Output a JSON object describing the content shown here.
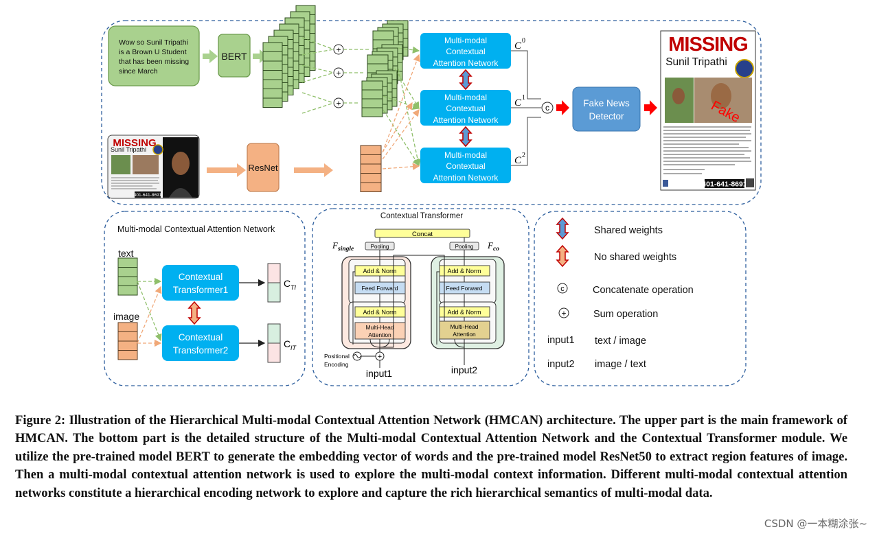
{
  "top": {
    "tweet_text_lines": [
      "Wow so Sunil Tripathi",
      "is a Brown U Student",
      "that has been missing",
      "since March"
    ],
    "bert_label": "BERT",
    "resnet_label": "ResNet",
    "mcan_label_lines": [
      "Multi-modal",
      "Contextual",
      "Attention Network"
    ],
    "c_labels": [
      "C",
      "C",
      "C"
    ],
    "c_superscripts": [
      "0",
      "1",
      "2"
    ],
    "concat_symbol": "c",
    "sum_symbol": "+",
    "detector_lines": [
      "Fake News",
      "Detector"
    ],
    "poster": {
      "missing": "MISSING",
      "name": "Sunil Tripathi",
      "fake_stamp": "Fake",
      "phone": "401-641-8691"
    },
    "thumb": {
      "missing": "MISSING",
      "name": "Sunil Tripathi",
      "phone": "401-641-8691"
    }
  },
  "mcan_panel": {
    "title": "Multi-modal Contextual Attention Network",
    "text_label": "text",
    "image_label": "image",
    "ct1_lines": [
      "Contextual",
      "Transformer1"
    ],
    "ct2_lines": [
      "Contextual",
      "Transformer2"
    ],
    "out1_main": "C",
    "out1_sub": "TI",
    "out2_main": "C",
    "out2_sub": "IT"
  },
  "ct_panel": {
    "title": "Contextual Transformer",
    "concat": "Concat",
    "pooling": "Pooling",
    "f_single": "F",
    "f_single_sub": "single",
    "f_co": "F",
    "f_co_sub": "co",
    "add_norm": "Add & Norm",
    "feed_forward": "Feed Forward",
    "mha_lines": [
      "Multi-Head",
      "Attention"
    ],
    "pos_enc_lines": [
      "Positional",
      "Encoding"
    ],
    "input1": "input1",
    "input2": "input2"
  },
  "legend": {
    "shared": "Shared weights",
    "no_shared": "No shared weights",
    "concat_symbol": "c",
    "concat": "Concatenate operation",
    "sum_symbol": "+",
    "sum": "Sum operation",
    "input1_key": "input1",
    "input1_val": "text / image",
    "input2_key": "input2",
    "input2_val": "image / text"
  },
  "caption": "Figure 2: Illustration of the Hierarchical Multi-modal Contextual Attention Network (HMCAN) architecture. The upper part is the main framework of HMCAN. The bottom part is the detailed structure of the Multi-modal Contextual Attention Network and the Contextual Transformer module. We utilize the pre-trained model BERT to generate the embedding vector of words and the pre-trained model ResNet50 to extract region features of image. Then a multi-modal contextual attention network is used to explore the multi-modal context information. Different multi-modal contextual attention networks constitute a hierarchical encoding network to explore and capture the rich hierarchical semantics of multi-modal data.",
  "watermark": "CSDN @一本糊涂张~",
  "colors": {
    "green": "#a9d18e",
    "orange": "#f4b183",
    "blue": "#00b0f0",
    "detector": "#5b9bd5",
    "dash": "#2e5f9e"
  }
}
